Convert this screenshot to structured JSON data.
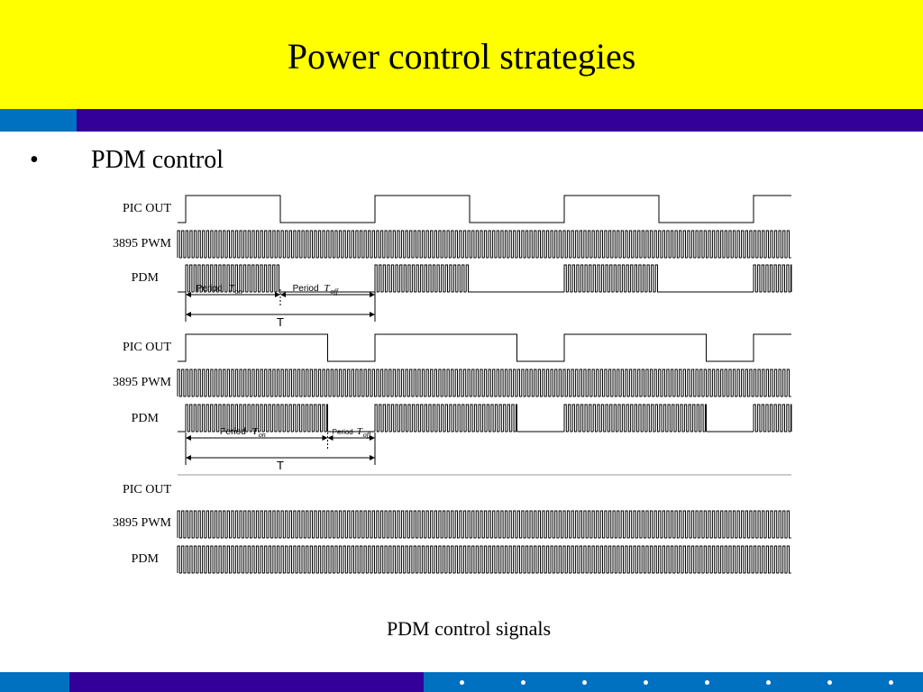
{
  "slide": {
    "title": "Power control strategies",
    "bullet_symbol": "•",
    "bullet_text": "PDM control",
    "caption": "PDM control signals"
  },
  "colors": {
    "title_background": "#ffff00",
    "band_blue": "#0070c0",
    "band_purple": "#330099",
    "background": "#ffffff"
  },
  "diagram": {
    "signal_labels": {
      "pic_out": "PIC OUT",
      "pwm": "3895 PWM",
      "pdm": "PDM"
    },
    "annotations": {
      "period": "Period",
      "T": "T",
      "T_italic": "T",
      "on_sub": "on",
      "off_sub": "off"
    },
    "groups": [
      {
        "ton_fraction": 0.5,
        "cycles": 3.25
      },
      {
        "ton_fraction": 0.75,
        "cycles": 3.25
      },
      {
        "ton_fraction": 1.0,
        "cycles": 0
      }
    ]
  }
}
